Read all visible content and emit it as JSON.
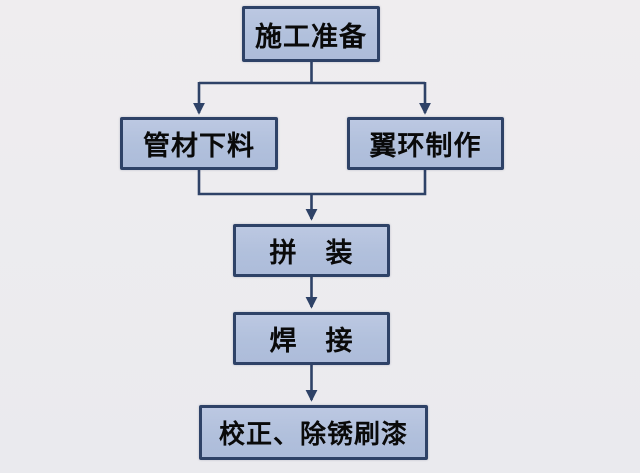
{
  "diagram": {
    "type": "flowchart",
    "direction": "top-down",
    "colors": {
      "background": "#edecef",
      "node_fill": "#b3c2de",
      "node_border": "#2e4267",
      "connector": "#2e4267",
      "text": "#0a0a0a"
    },
    "nodes": [
      {
        "id": "prep",
        "label": "施工准备"
      },
      {
        "id": "pipe",
        "label": "管材下料"
      },
      {
        "id": "wing",
        "label": "翼环制作"
      },
      {
        "id": "assembly",
        "label": "拼　装"
      },
      {
        "id": "welding",
        "label": "焊　接"
      },
      {
        "id": "correction",
        "label": "校正、除锈刷漆"
      }
    ],
    "edges": [
      {
        "from": "prep",
        "to": "pipe"
      },
      {
        "from": "prep",
        "to": "wing"
      },
      {
        "from": "pipe",
        "to": "assembly"
      },
      {
        "from": "wing",
        "to": "assembly"
      },
      {
        "from": "assembly",
        "to": "welding"
      },
      {
        "from": "welding",
        "to": "correction"
      }
    ]
  }
}
